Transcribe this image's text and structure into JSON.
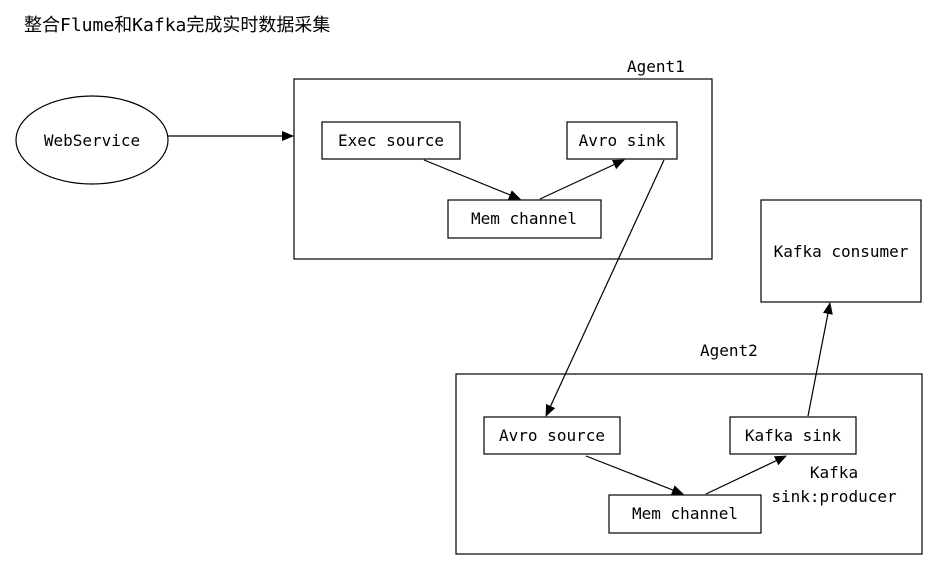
{
  "title": "整合Flume和Kafka完成实时数据采集",
  "containers": {
    "agent1": {
      "label": "Agent1"
    },
    "agent2": {
      "label": "Agent2"
    }
  },
  "nodes": {
    "webservice": {
      "label": "WebService"
    },
    "exec_source": {
      "label": "Exec source"
    },
    "avro_sink": {
      "label": "Avro sink"
    },
    "mem_channel_1": {
      "label": "Mem channel"
    },
    "kafka_consumer": {
      "label": "Kafka consumer"
    },
    "avro_source": {
      "label": "Avro source"
    },
    "kafka_sink": {
      "label": "Kafka sink"
    },
    "mem_channel_2": {
      "label": "Mem channel"
    }
  },
  "annotation": {
    "line1": "Kafka",
    "line2": "sink:producer"
  }
}
